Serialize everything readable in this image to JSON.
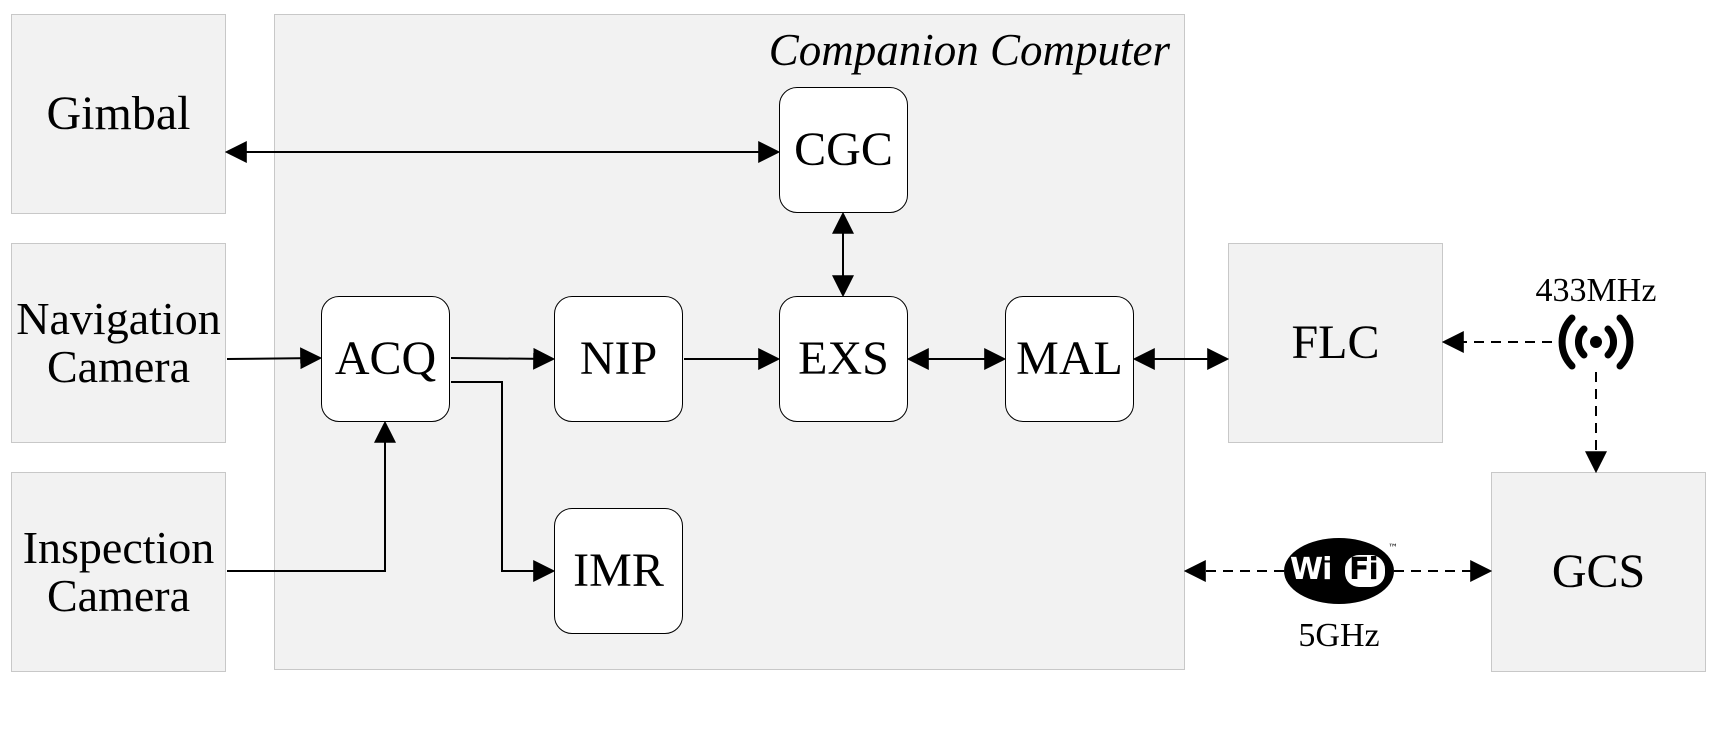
{
  "container": {
    "title": "Companion Computer"
  },
  "external": {
    "gimbal": "Gimbal",
    "navigation_camera": [
      "Navigation",
      "Camera"
    ],
    "inspection_camera": [
      "Inspection",
      "Camera"
    ],
    "flc": "FLC",
    "gcs": "GCS"
  },
  "modules": {
    "cgc": "CGC",
    "acq": "ACQ",
    "nip": "NIP",
    "exs": "EXS",
    "mal": "MAL",
    "imr": "IMR"
  },
  "links": {
    "radio_label": "433MHz",
    "wifi_label": "5GHz",
    "wifi_logo_left": "Wi",
    "wifi_logo_right": "Fi",
    "wifi_tm": "™"
  },
  "icons": {
    "radio": "radio-antenna-icon",
    "wifi": "wifi-logo-icon"
  }
}
